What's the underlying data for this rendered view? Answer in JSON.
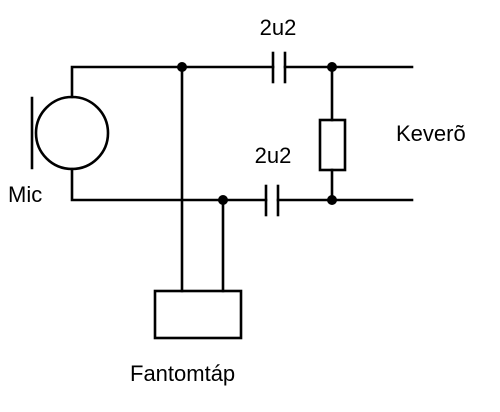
{
  "labels": {
    "cap_top": "2u2",
    "cap_bottom": "2u2",
    "mic": "Mic",
    "output": "Keverõ",
    "power": "Fantomtáp"
  },
  "colors": {
    "line": "#000000",
    "background": "#ffffff"
  }
}
